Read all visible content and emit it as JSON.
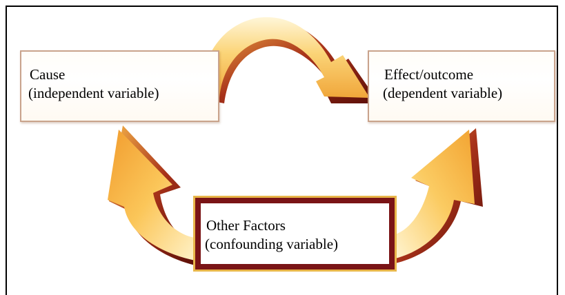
{
  "diagram": {
    "cause": {
      "title": "Cause",
      "subtitle": "(independent variable)"
    },
    "effect": {
      "title": "Effect/outcome",
      "subtitle": "(dependent variable)"
    },
    "factors": {
      "title": "Other Factors",
      "subtitle": "(confounding variable)"
    }
  },
  "colors": {
    "arrow_light": "#fde9b0",
    "arrow_mid": "#f3b13c",
    "arrow_dark": "#8a1a0e",
    "factors_border": "#7a1416",
    "box_border": "#c9a38c"
  },
  "icons": {
    "arrows": [
      "cause-to-effect-arrow-icon",
      "factors-to-cause-arrow-icon",
      "factors-to-effect-arrow-icon"
    ]
  }
}
